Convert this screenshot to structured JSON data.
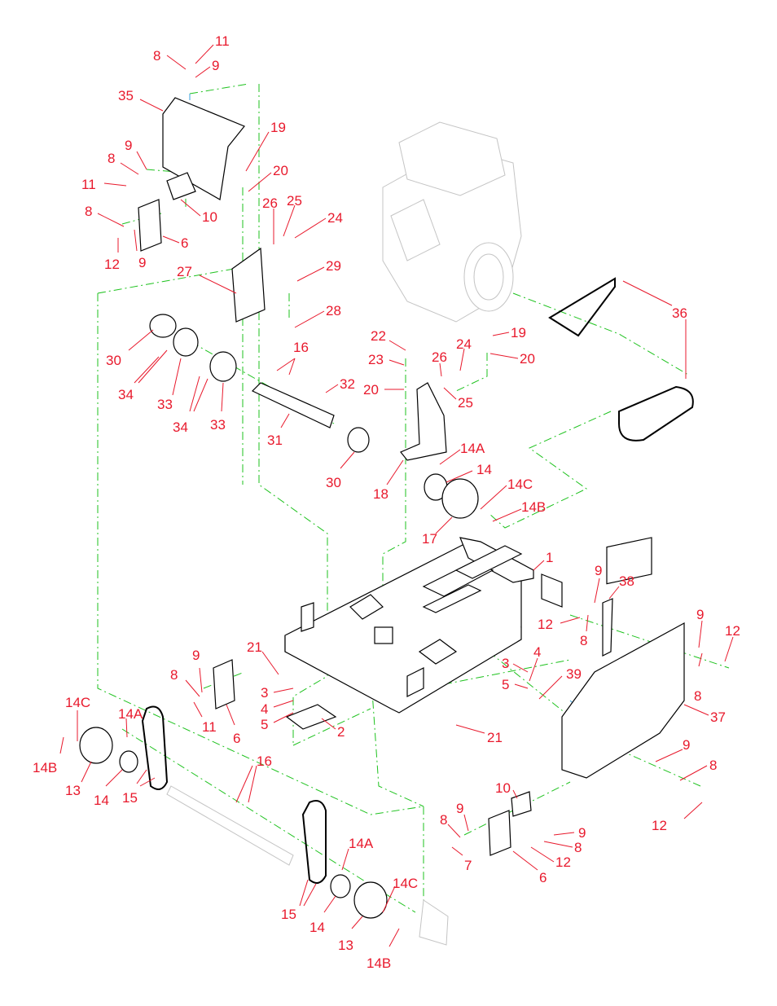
{
  "colors": {
    "callout": "#e8192c",
    "centerline": "#1ec21e",
    "line": "#000000",
    "ghost": "#c4c4c4"
  },
  "callouts": [
    {
      "id": "c11a",
      "text": "11"
    },
    {
      "id": "c8a",
      "text": "8"
    },
    {
      "id": "c9a",
      "text": "9"
    },
    {
      "id": "c35",
      "text": "35"
    },
    {
      "id": "c19a",
      "text": "19"
    },
    {
      "id": "c20a",
      "text": "20"
    },
    {
      "id": "c9b",
      "text": "9"
    },
    {
      "id": "c8b",
      "text": "8"
    },
    {
      "id": "c11b",
      "text": "11"
    },
    {
      "id": "c10a",
      "text": "10"
    },
    {
      "id": "c26a",
      "text": "26"
    },
    {
      "id": "c25a",
      "text": "25"
    },
    {
      "id": "c24a",
      "text": "24"
    },
    {
      "id": "c8c",
      "text": "8"
    },
    {
      "id": "c6a",
      "text": "6"
    },
    {
      "id": "c12a",
      "text": "12"
    },
    {
      "id": "c9c",
      "text": "9"
    },
    {
      "id": "c27",
      "text": "27"
    },
    {
      "id": "c29",
      "text": "29"
    },
    {
      "id": "c28",
      "text": "28"
    },
    {
      "id": "c36",
      "text": "36"
    },
    {
      "id": "c16a",
      "text": "16"
    },
    {
      "id": "c30a",
      "text": "30"
    },
    {
      "id": "c22",
      "text": "22"
    },
    {
      "id": "c19b",
      "text": "19"
    },
    {
      "id": "c24b",
      "text": "24"
    },
    {
      "id": "c23",
      "text": "23"
    },
    {
      "id": "c26b",
      "text": "26"
    },
    {
      "id": "c20b",
      "text": "20"
    },
    {
      "id": "c20c",
      "text": "20"
    },
    {
      "id": "c32",
      "text": "32"
    },
    {
      "id": "c25b",
      "text": "25"
    },
    {
      "id": "c34a",
      "text": "34"
    },
    {
      "id": "c33a",
      "text": "33"
    },
    {
      "id": "c34b",
      "text": "34"
    },
    {
      "id": "c33b",
      "text": "33"
    },
    {
      "id": "c31",
      "text": "31"
    },
    {
      "id": "c30b",
      "text": "30"
    },
    {
      "id": "c18",
      "text": "18"
    },
    {
      "id": "c14Aa",
      "text": "14A"
    },
    {
      "id": "c14a",
      "text": "14"
    },
    {
      "id": "c14Ca",
      "text": "14C"
    },
    {
      "id": "c14Ba",
      "text": "14B"
    },
    {
      "id": "c17",
      "text": "17"
    },
    {
      "id": "c1",
      "text": "1"
    },
    {
      "id": "c9d",
      "text": "9"
    },
    {
      "id": "c38",
      "text": "38"
    },
    {
      "id": "c12b",
      "text": "12"
    },
    {
      "id": "c8d",
      "text": "8"
    },
    {
      "id": "c9e",
      "text": "9"
    },
    {
      "id": "c12c",
      "text": "12"
    },
    {
      "id": "c21a",
      "text": "21"
    },
    {
      "id": "c3a",
      "text": "3"
    },
    {
      "id": "c4a",
      "text": "4"
    },
    {
      "id": "c5a",
      "text": "5"
    },
    {
      "id": "c39",
      "text": "39"
    },
    {
      "id": "c8e",
      "text": "8"
    },
    {
      "id": "c9f",
      "text": "9"
    },
    {
      "id": "c8f",
      "text": "8"
    },
    {
      "id": "c11c",
      "text": "11"
    },
    {
      "id": "c6b",
      "text": "6"
    },
    {
      "id": "c3b",
      "text": "3"
    },
    {
      "id": "c4b",
      "text": "4"
    },
    {
      "id": "c5b",
      "text": "5"
    },
    {
      "id": "c2",
      "text": "2"
    },
    {
      "id": "c21b",
      "text": "21"
    },
    {
      "id": "c37",
      "text": "37"
    },
    {
      "id": "c14Cb",
      "text": "14C"
    },
    {
      "id": "c14Ab",
      "text": "14A"
    },
    {
      "id": "c14Bb",
      "text": "14B"
    },
    {
      "id": "c13a",
      "text": "13"
    },
    {
      "id": "c14b",
      "text": "14"
    },
    {
      "id": "c15a",
      "text": "15"
    },
    {
      "id": "c16b",
      "text": "16"
    },
    {
      "id": "c9g",
      "text": "9"
    },
    {
      "id": "c8g",
      "text": "8"
    },
    {
      "id": "c12d",
      "text": "12"
    },
    {
      "id": "c10b",
      "text": "10"
    },
    {
      "id": "c9h",
      "text": "9"
    },
    {
      "id": "c8h",
      "text": "8"
    },
    {
      "id": "c9i",
      "text": "9"
    },
    {
      "id": "c8i",
      "text": "8"
    },
    {
      "id": "c7",
      "text": "7"
    },
    {
      "id": "c12e",
      "text": "12"
    },
    {
      "id": "c6c",
      "text": "6"
    },
    {
      "id": "c14Ac",
      "text": "14A"
    },
    {
      "id": "c14Cc",
      "text": "14C"
    },
    {
      "id": "c15b",
      "text": "15"
    },
    {
      "id": "c14c",
      "text": "14"
    },
    {
      "id": "c13b",
      "text": "13"
    },
    {
      "id": "c14Bc",
      "text": "14B"
    }
  ]
}
